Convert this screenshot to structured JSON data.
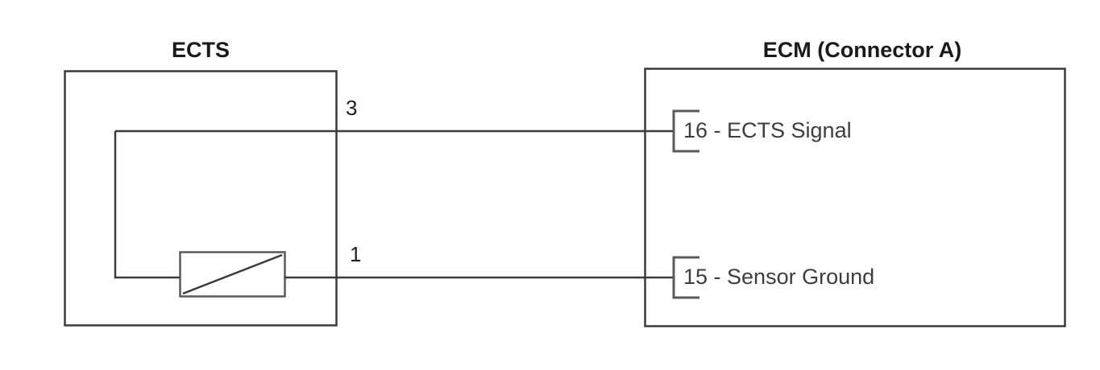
{
  "diagram": {
    "type": "automotive-wiring-schematic",
    "background_color": "#ffffff",
    "line_color": "#3a3a3a",
    "title_color": "#1a1a1a",
    "label_color": "#3d3d3d"
  },
  "sensor": {
    "title": "ECTS",
    "component_icon": "thermistor-symbol",
    "pins": [
      {
        "number": "3",
        "function": "signal"
      },
      {
        "number": "1",
        "function": "ground"
      }
    ]
  },
  "module": {
    "title": "ECM (Connector A)",
    "terminals": [
      {
        "pin": "16",
        "name": "ECTS Signal",
        "label": "16 - ECTS Signal",
        "connector_icon": "connector-bracket"
      },
      {
        "pin": "15",
        "name": "Sensor Ground",
        "label": "15 - Sensor Ground",
        "connector_icon": "connector-bracket"
      }
    ]
  },
  "wires": [
    {
      "name": "signal-wire",
      "from": "ECTS pin 3",
      "to": "ECM pin 16"
    },
    {
      "name": "ground-wire",
      "from": "ECTS pin 1",
      "to": "ECM pin 15"
    }
  ]
}
